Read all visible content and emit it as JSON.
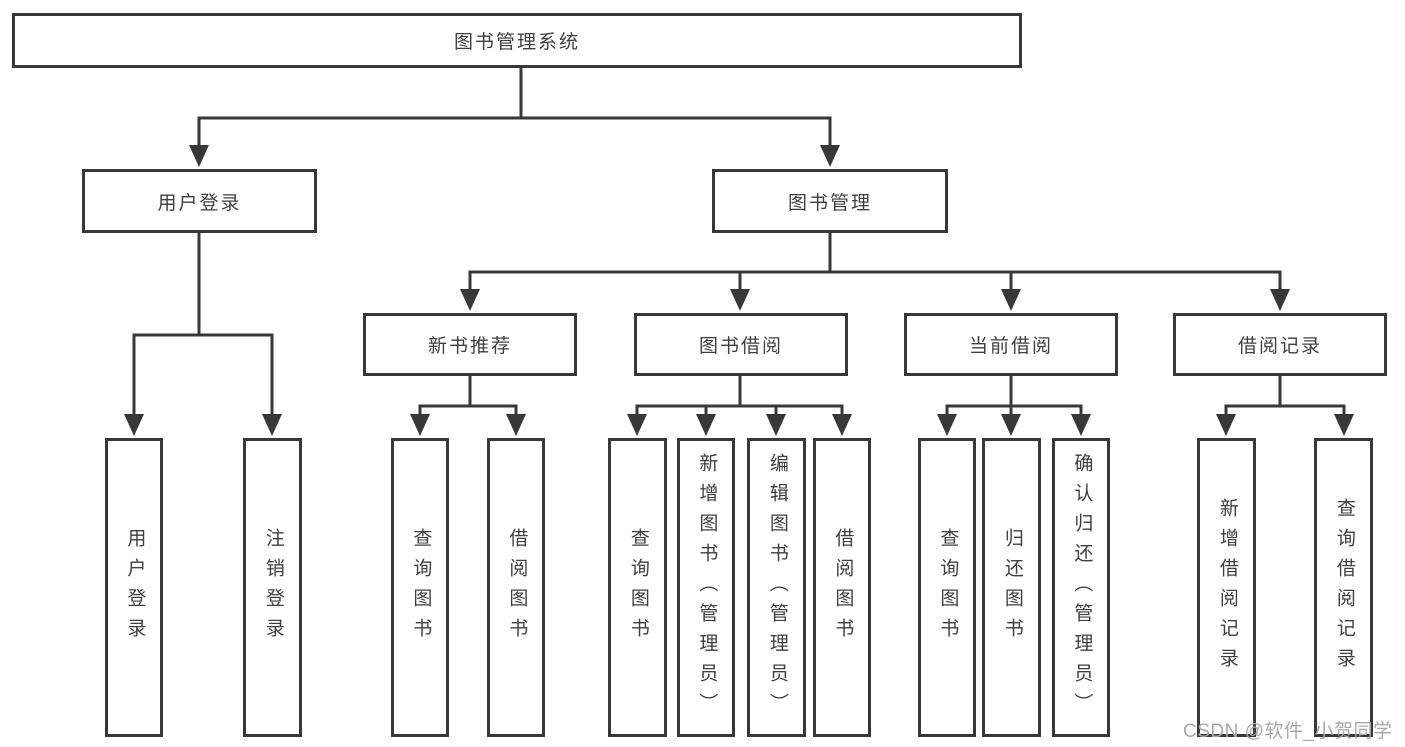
{
  "diagram": {
    "type": "hierarchy-tree",
    "tree": {
      "label": "图书管理系统",
      "children": [
        {
          "label": "用户登录",
          "children": [
            {
              "label": "用户登录"
            },
            {
              "label": "注销登录"
            }
          ]
        },
        {
          "label": "图书管理",
          "children": [
            {
              "label": "新书推荐",
              "children": [
                {
                  "label": "查询图书"
                },
                {
                  "label": "借阅图书"
                }
              ]
            },
            {
              "label": "图书借阅",
              "children": [
                {
                  "label": "查询图书"
                },
                {
                  "label": "新增图书（管理员）"
                },
                {
                  "label": "编辑图书（管理员）"
                },
                {
                  "label": "借阅图书"
                }
              ]
            },
            {
              "label": "当前借阅",
              "children": [
                {
                  "label": "查询图书"
                },
                {
                  "label": "归还图书"
                },
                {
                  "label": "确认归还（管理员）"
                }
              ]
            },
            {
              "label": "借阅记录",
              "children": [
                {
                  "label": "新增借阅记录"
                },
                {
                  "label": "查询借阅记录"
                }
              ]
            }
          ]
        }
      ]
    },
    "colors": {
      "line": "#383838",
      "box_border": "#383838",
      "box_fill": "#ffffff",
      "text": "#3f3f3f",
      "background": "#ffffff",
      "watermark": "#a8a8a8"
    }
  },
  "watermark": {
    "text": "CSDN @软件_小贺同学"
  }
}
